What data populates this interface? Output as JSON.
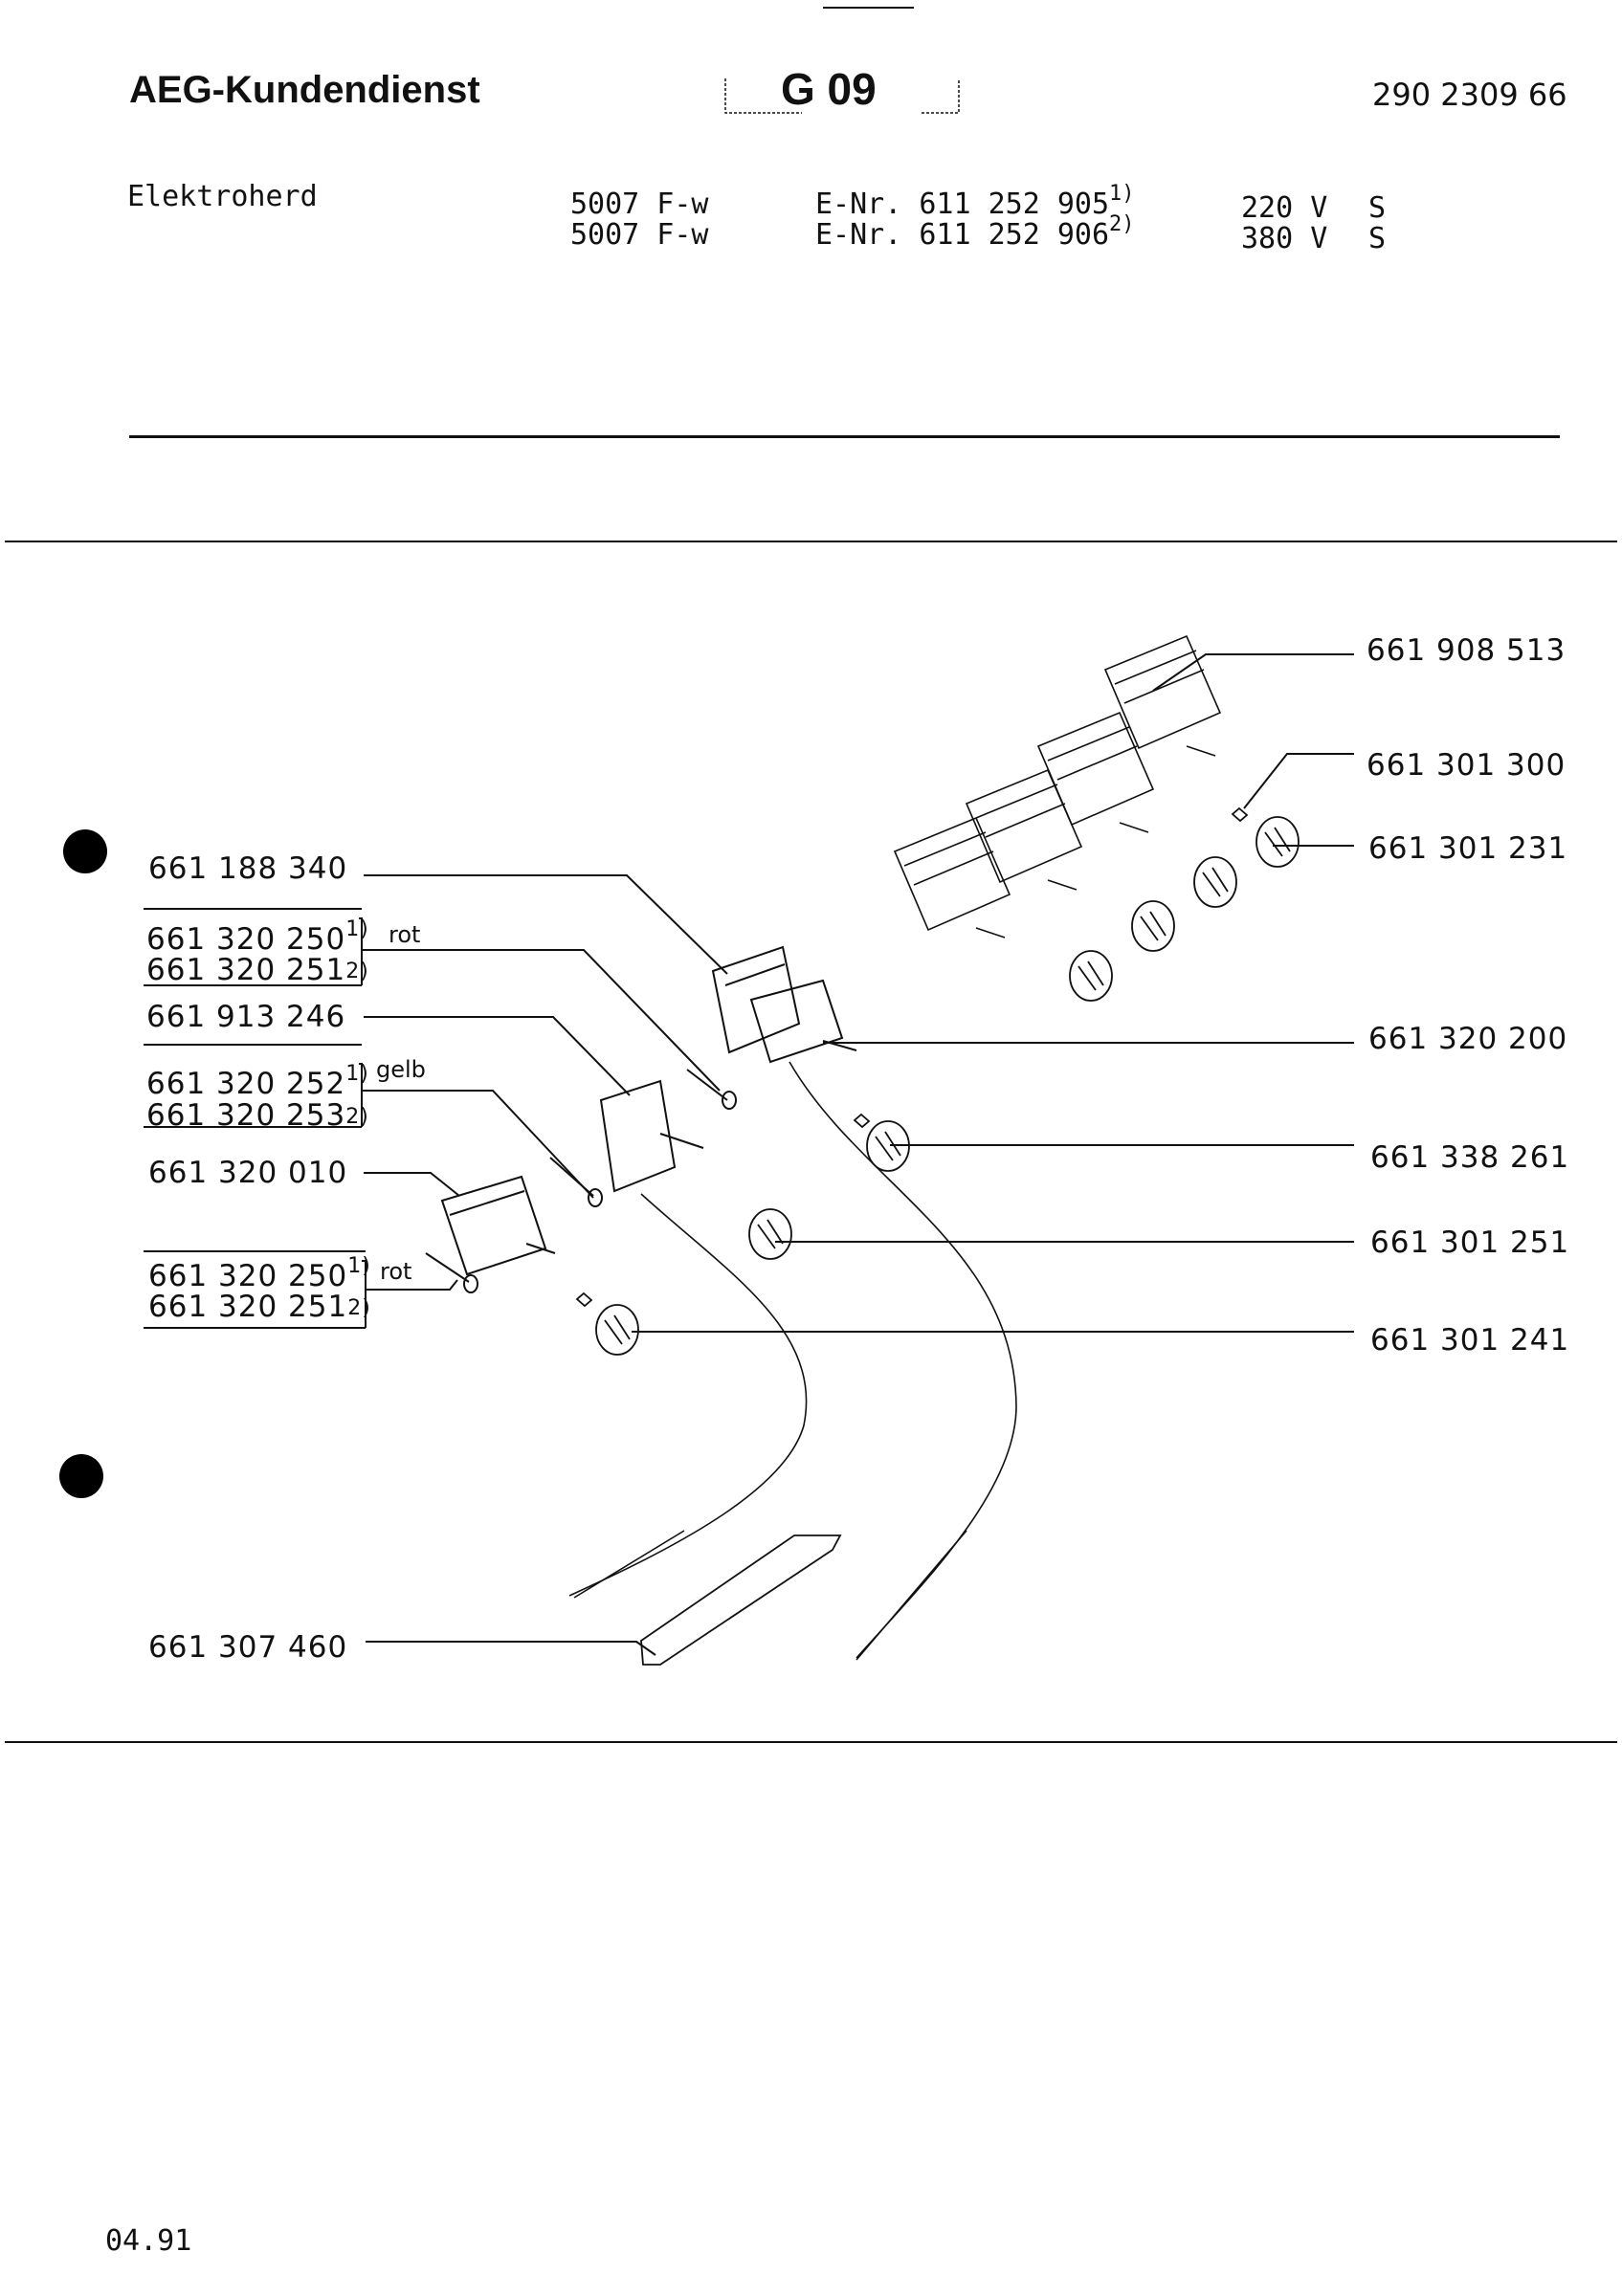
{
  "header": {
    "brand": "AEG-Kundendienst",
    "group_code": "G 09",
    "document_number": "290 2309 66"
  },
  "product": {
    "name": "Elektroherd",
    "variants": [
      {
        "model": "5007 F-w",
        "e_nr": "E-Nr. 611 252 905",
        "note": "1)",
        "voltage": "220 V",
        "class": "S"
      },
      {
        "model": "5007 F-w",
        "e_nr": "E-Nr. 611 252 906",
        "note": "2)",
        "voltage": "380 V",
        "class": "S"
      }
    ]
  },
  "left_parts": [
    {
      "number": "661 188 340"
    },
    {
      "number": "661 320 250",
      "note": "1)",
      "color": "rot"
    },
    {
      "number": "661 320 251",
      "note": "2)"
    },
    {
      "number": "661 913 246"
    },
    {
      "number": "661 320 252",
      "note": "1)",
      "color": "gelb"
    },
    {
      "number": "661 320 253",
      "note": "2)"
    },
    {
      "number": "661 320 010"
    },
    {
      "number": "661 320 250",
      "note": "1)",
      "color": "rot"
    },
    {
      "number": "661 320 251",
      "note": "2)"
    },
    {
      "number": "661 307 460"
    }
  ],
  "right_parts": [
    {
      "number": "661 908 513"
    },
    {
      "number": "661 301 300"
    },
    {
      "number": "661 301 231"
    },
    {
      "number": "661 320 200"
    },
    {
      "number": "661 338 261"
    },
    {
      "number": "661 301 251"
    },
    {
      "number": "661 301 241"
    }
  ],
  "footer": {
    "date": "04.91"
  }
}
